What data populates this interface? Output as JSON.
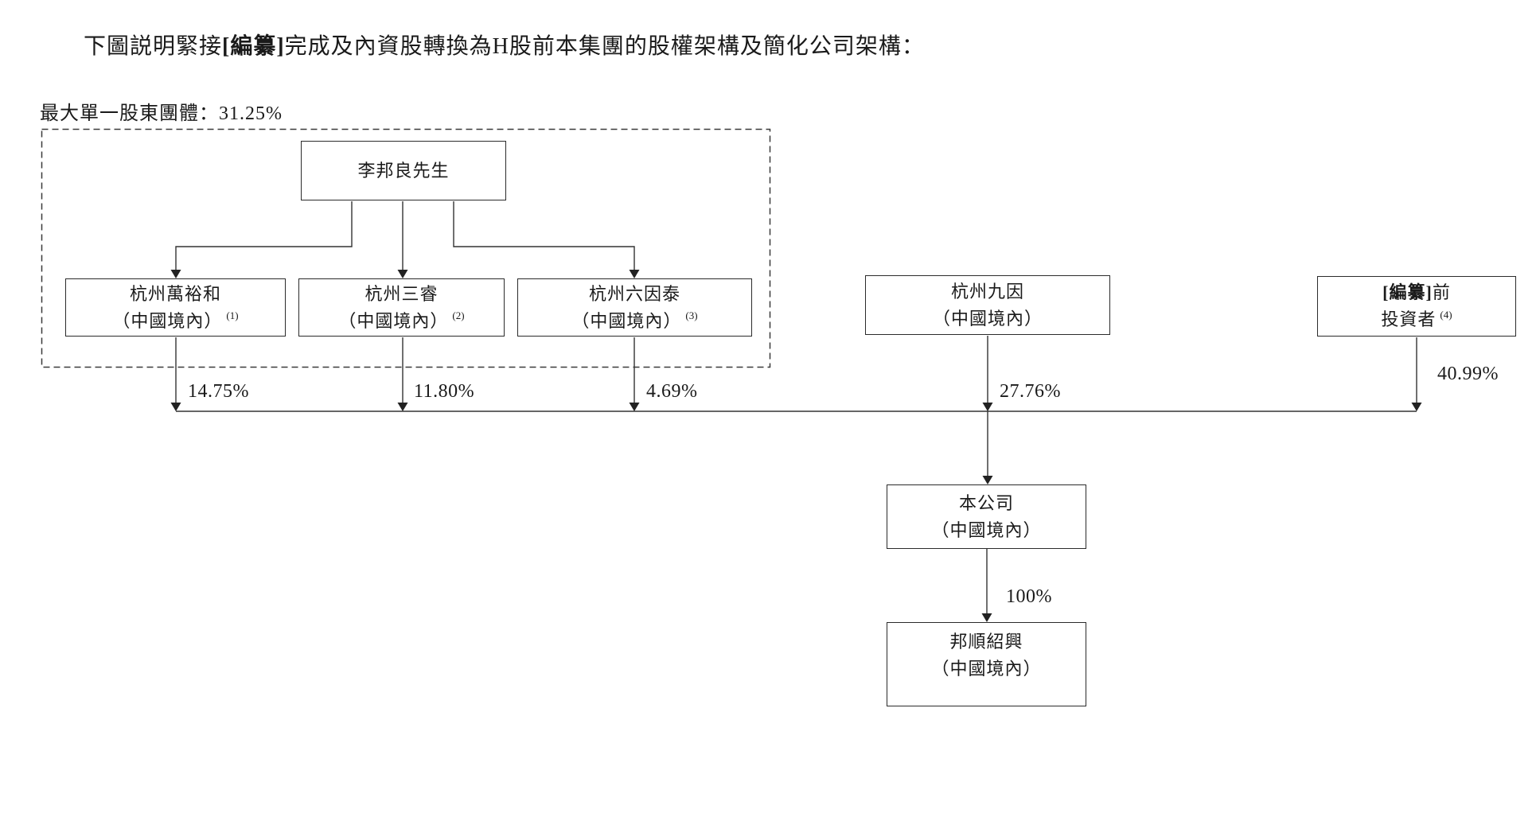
{
  "title": {
    "pre": "下圖説明緊接",
    "bold": "[編纂]",
    "post": "完成及內資股轉換為H股前本集團的股權架構及簡化公司架構："
  },
  "group_label": "最大單一股東團體：31.25%",
  "nodes": {
    "person": {
      "line1": "李邦良先生"
    },
    "wanyuhe": {
      "line1": "杭州萬裕和",
      "line2": "（中國境內）",
      "note": "(1)"
    },
    "sanrui": {
      "line1": "杭州三睿",
      "line2": "（中國境內）",
      "note": "(2)"
    },
    "liuyintai": {
      "line1": "杭州六因泰",
      "line2": "（中國境內）",
      "note": "(3)"
    },
    "jiuyin": {
      "line1": "杭州九因",
      "line2": "（中國境內）"
    },
    "pre_investors": {
      "bold": "[編纂]",
      "line1_rest": "前",
      "line2": "投資者",
      "note": "(4)"
    },
    "company": {
      "line1": "本公司",
      "line2": "（中國境內）"
    },
    "bangshun": {
      "line1": "邦順紹興",
      "line2": "（中國境內）"
    }
  },
  "percentages": {
    "wanyuhe": "14.75%",
    "sanrui": "11.80%",
    "liuyintai": "4.69%",
    "jiuyin": "27.76%",
    "pre_investors": "40.99%",
    "company_to_bangshun": "100%"
  }
}
